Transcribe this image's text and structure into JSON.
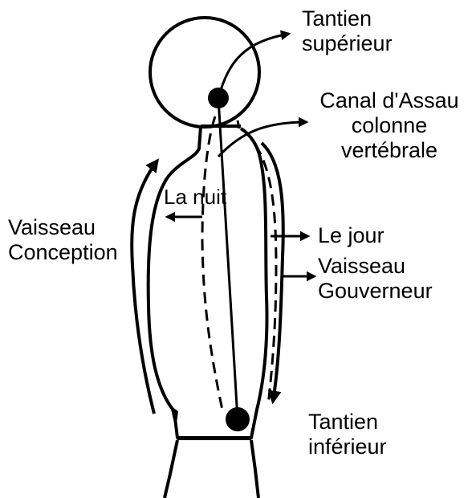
{
  "labels": {
    "tantien_superieur": [
      "Tantien",
      "supérieur"
    ],
    "canal_assau": [
      "Canal d'Assau",
      "colonne",
      "vertébrale"
    ],
    "la_nuit": "La nuit",
    "vaisseau_conception": [
      "Vaisseau",
      "Conception"
    ],
    "le_jour": "Le jour",
    "vaisseau_gouverneur": [
      "Vaisseau",
      "Gouverneur"
    ],
    "tantien_inferieur": [
      "Tantien",
      "inférieur"
    ]
  },
  "colors": {
    "ink": "#000000",
    "background": "#ffffff"
  }
}
